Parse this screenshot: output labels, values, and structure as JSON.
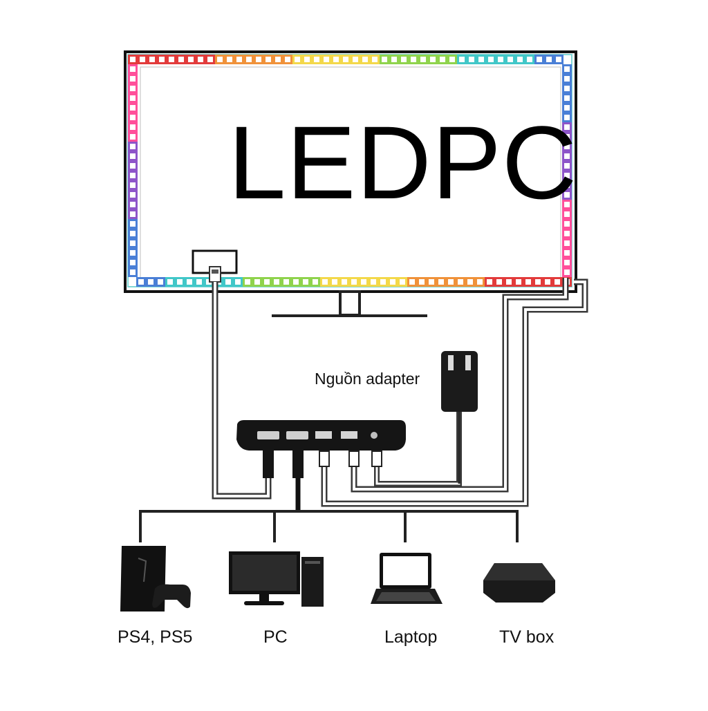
{
  "brand_text": "LEDPC",
  "adapter_label": "Nguồn adapter",
  "devices": [
    {
      "name": "ps-console",
      "label": "PS4, PS5"
    },
    {
      "name": "pc",
      "label": "PC"
    },
    {
      "name": "laptop",
      "label": "Laptop"
    },
    {
      "name": "tv-box",
      "label": "TV box"
    }
  ],
  "led_colors": [
    "#e23b3b",
    "#f0923a",
    "#f3d84a",
    "#8fd34c",
    "#41c7c8",
    "#4a7fd6",
    "#8d55c9",
    "#ff4f9a"
  ],
  "colors": {
    "line": "#3a3a3a",
    "frame": "#111111",
    "wire_fill": "#ffffff"
  }
}
